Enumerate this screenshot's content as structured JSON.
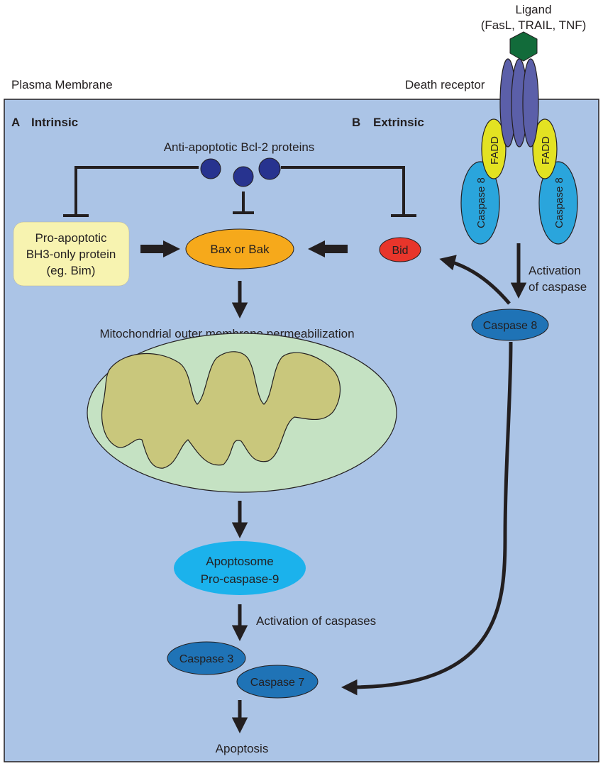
{
  "labels": {
    "ligand_line1": "Ligand",
    "ligand_line2": "(FasL, TRAIL, TNF)",
    "plasma_membrane": "Plasma Membrane",
    "death_receptor": "Death receptor",
    "section_a_letter": "A",
    "section_a_title": "Intrinsic",
    "section_b_letter": "B",
    "section_b_title": "Extrinsic",
    "anti_apoptotic": "Anti-apoptotic Bcl-2 proteins",
    "pro_apoptotic_line1": "Pro-apoptotic",
    "pro_apoptotic_line2": "BH3-only protein",
    "pro_apoptotic_line3": "(eg. Bim)",
    "bax_bak": "Bax or Bak",
    "bid": "Bid",
    "fadd": "FADD",
    "caspase8_receptor": "Caspase 8",
    "activation_caspase_line1": "Activation",
    "activation_caspase_line2": "of caspase",
    "caspase8": "Caspase 8",
    "momp": "Mitochondrial outer membrane permeabilization",
    "apoptosome_line1": "Apoptosome",
    "apoptosome_line2": "Pro-caspase-9",
    "activation_caspases": "Activation of caspases",
    "caspase3": "Caspase 3",
    "caspase7": "Caspase 7",
    "apoptosis": "Apoptosis"
  },
  "colors": {
    "cell_background": "#abc4e6",
    "bcl2_protein": "#27338f",
    "pro_apoptotic_box": "#f7f3b0",
    "bax_bak": "#f6a91b",
    "bid": "#e8352b",
    "receptor": "#5b5fa9",
    "ligand": "#126b3a",
    "fadd": "#e3e222",
    "caspase8_receptor": "#2aa5dc",
    "caspase_dark": "#1f73b6",
    "apoptosome": "#1bb2ec",
    "mito_outer": "#c5e2c3",
    "mito_inner": "#c9c77c",
    "arrow": "#231f20"
  }
}
